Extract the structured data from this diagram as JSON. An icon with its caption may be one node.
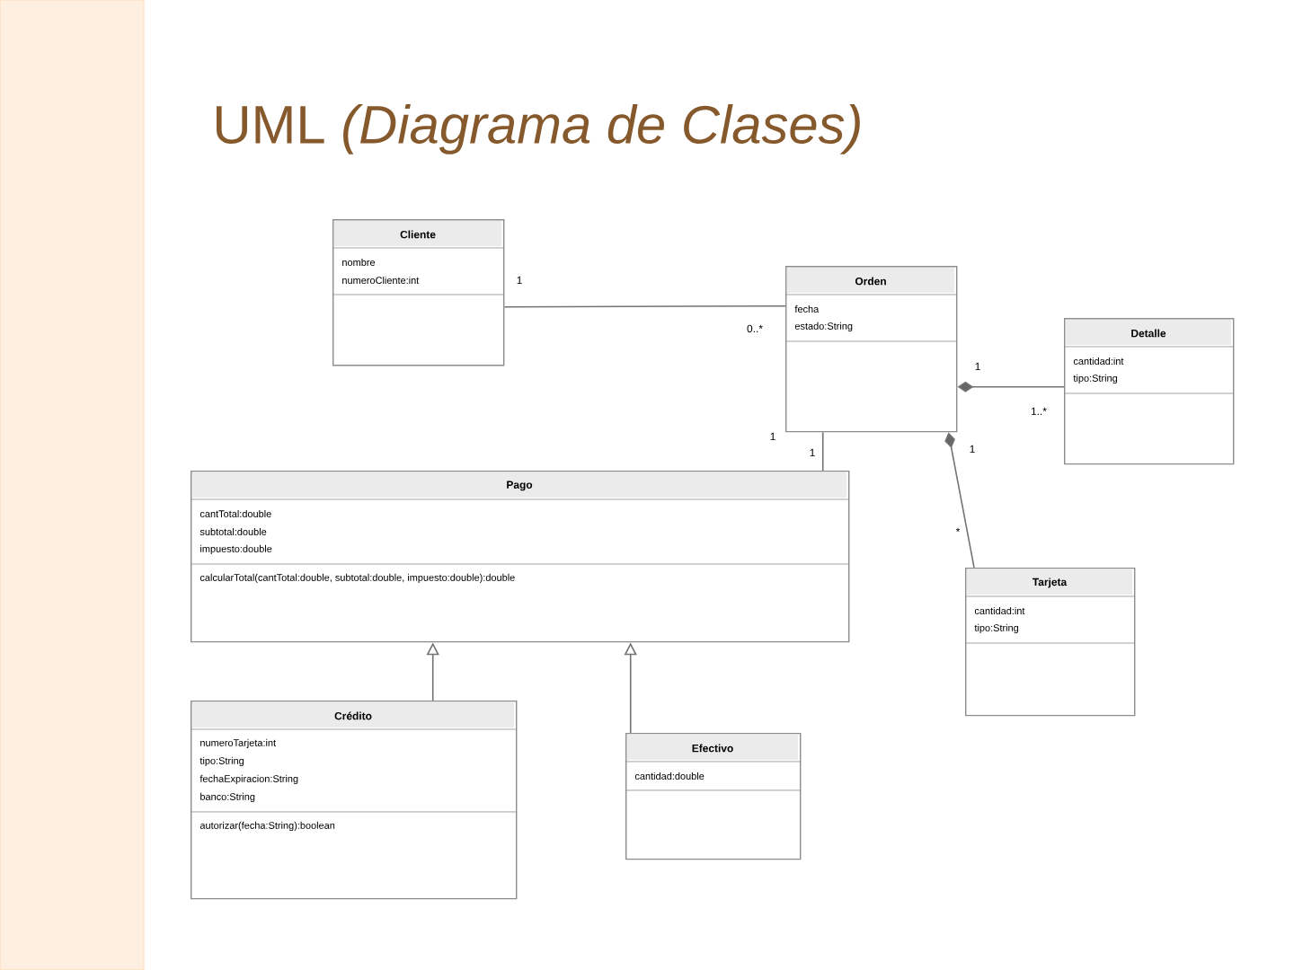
{
  "diagram": {
    "title": "UML *(Diagrama de Clases)*",
    "nodes": [
      {
        "text": [
          "Cliente",
          "nombre",
          "numeroCliente:int"
        ]
      },
      {
        "text": [
          "Orden",
          "fecha",
          "estado:String"
        ]
      },
      {
        "text": [
          "Detalle",
          "cantidad:int",
          "tipo:String"
        ]
      },
      {
        "text": [
          "Pago",
          "cantTotal:double",
          "subtotal:double",
          "impuesto:double",
          "calcularTotal(cantTotal:double, subtotal:double, impuesto:double):double"
        ]
      },
      {
        "text": [
          "Tarjeta",
          "cantidad:int",
          "tipo:String"
        ]
      },
      {
        "text": [
          "Crédito",
          "numeroTarjeta:int",
          "tipo:String",
          "fechaExpiracion:String",
          "banco:String",
          "autorizar(fecha:String):boolean"
        ]
      },
      {
        "text": [
          "Efectivo",
          "cantidad:double"
        ]
      }
    ],
    "edges": [
      {
        "from": 0,
        "to": 1,
        "arrow": "none"
      },
      {
        "from": 1,
        "to": 2,
        "arrow": "other"
      },
      {
        "from": 1,
        "to": 4,
        "arrow": "other"
      },
      {
        "from": 1,
        "to": 3,
        "arrow": "none"
      },
      {
        "from": 5,
        "to": 3,
        "arrow": "to"
      },
      {
        "from": 6,
        "to": 3,
        "arrow": "to"
      }
    ],
    "labels": [
      "1",
      "0..*",
      "1",
      "1..*",
      "1",
      "*",
      "1",
      "1"
    ]
  }
}
